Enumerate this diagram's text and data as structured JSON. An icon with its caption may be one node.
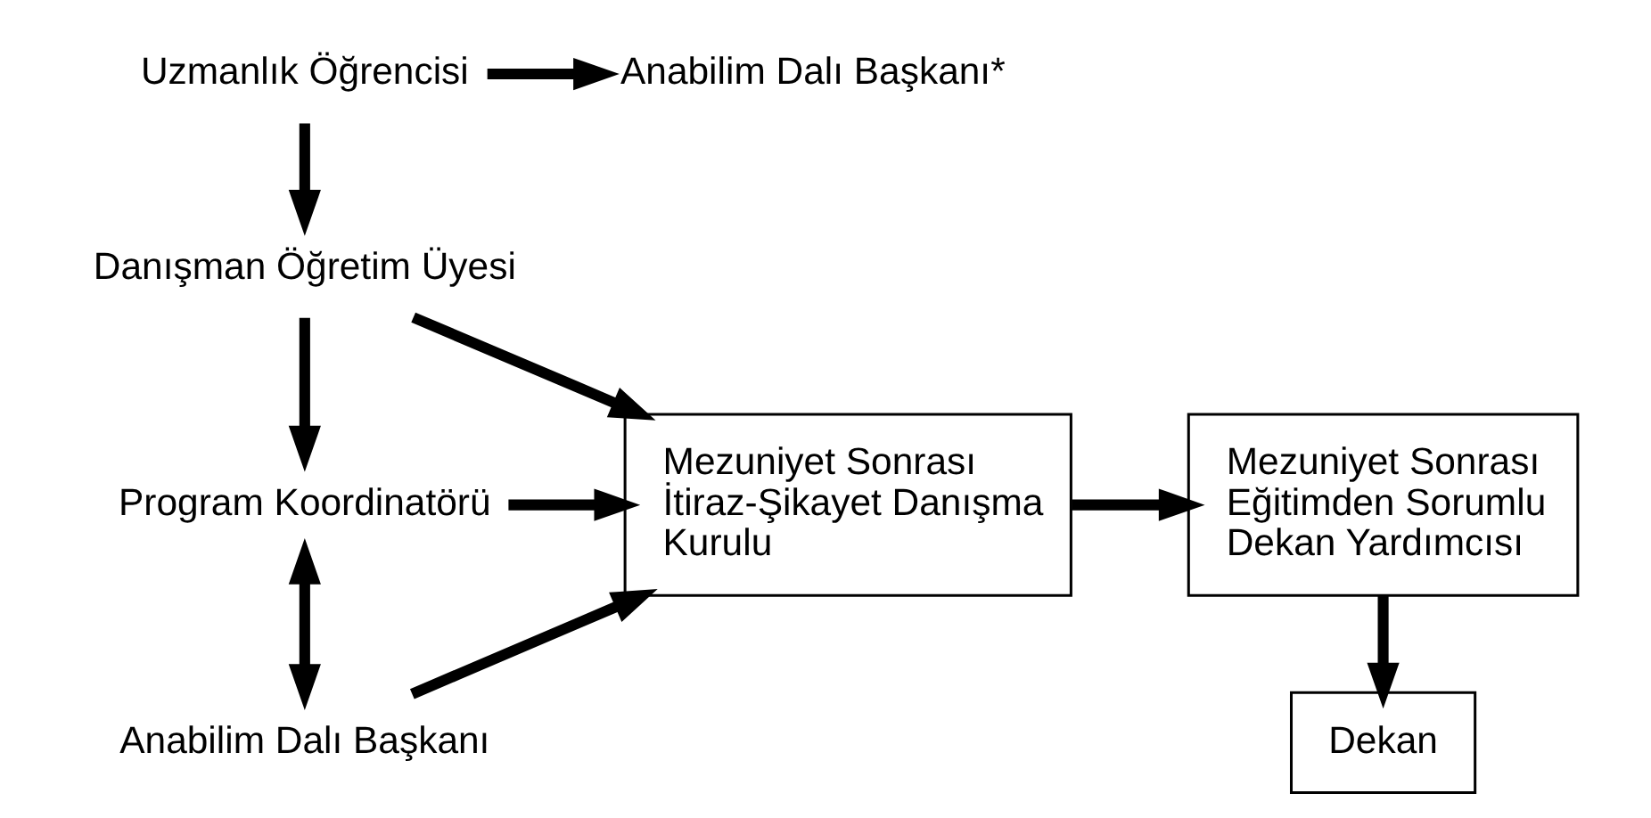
{
  "diagram": {
    "nodes": [
      {
        "text": [
          "Uzmanlık Öğrencisi"
        ]
      },
      {
        "text": [
          "Anabilim Dalı Başkanı*"
        ]
      },
      {
        "text": [
          "Danışman Öğretim Üyesi"
        ]
      },
      {
        "text": [
          "Program Koordinatörü"
        ]
      },
      {
        "text": [
          "Anabilim Dalı Başkanı"
        ]
      },
      {
        "text": [
          "Mezuniyet Sonrası İtiraz-Şikayet Danışma Kurulu"
        ]
      },
      {
        "text": [
          "Mezuniyet Sonrası Eğitimden Sorumlu Dekan Yardımcısı"
        ]
      },
      {
        "text": [
          "Dekan"
        ]
      }
    ],
    "edges": [
      {
        "from": 0,
        "to": 1,
        "arrow": "to"
      },
      {
        "from": 0,
        "to": 2,
        "arrow": "to"
      },
      {
        "from": 2,
        "to": 3,
        "arrow": "to"
      },
      {
        "from": 3,
        "to": 4,
        "arrow": "both"
      },
      {
        "from": 2,
        "to": 5,
        "arrow": "to"
      },
      {
        "from": 3,
        "to": 5,
        "arrow": "to"
      },
      {
        "from": 4,
        "to": 5,
        "arrow": "to"
      },
      {
        "from": 5,
        "to": 6,
        "arrow": "to"
      },
      {
        "from": 6,
        "to": 7,
        "arrow": "to"
      }
    ]
  }
}
